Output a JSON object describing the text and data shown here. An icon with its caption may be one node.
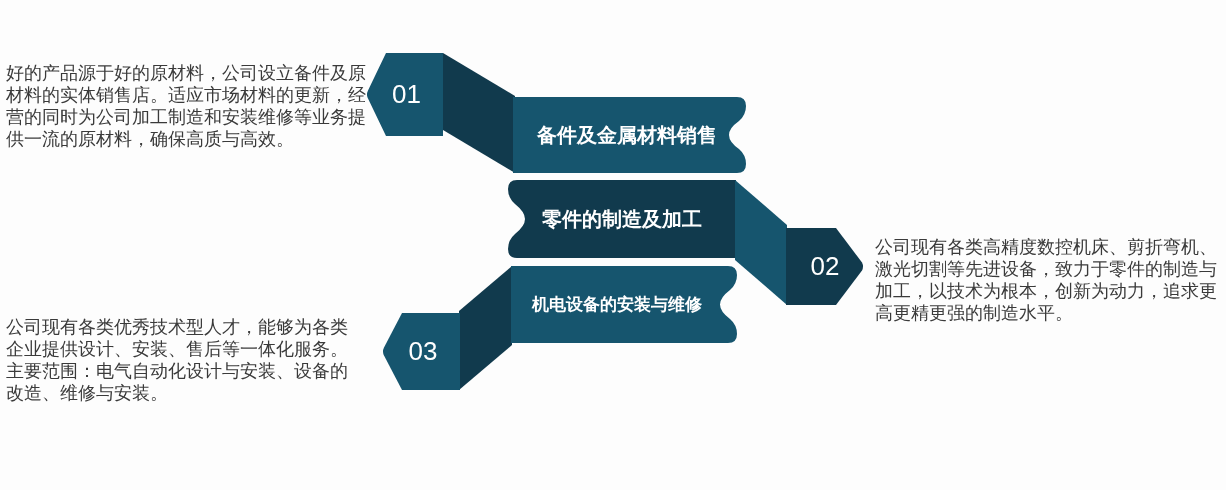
{
  "diagram": {
    "nodes": [
      {
        "text": [
          "01"
        ],
        "beside": [
          "好的产品源于好的原材料，公司设立备件及原材料的实体销售店。适应市场材料的更新，经营的同时为公司加工制造和安装维修等业务提供一流的原材料，确保高质与高效。"
        ]
      },
      {
        "text": [],
        "shape": "parallelogram"
      },
      {
        "text": [
          "备件及金属材料销售"
        ]
      },
      {
        "text": [
          "零件的制造及加工"
        ]
      },
      {
        "text": [],
        "shape": "parallelogram"
      },
      {
        "text": [
          "02"
        ],
        "beside": [
          "公司现有各类高精度数控机床、剪折弯机、激光切割等先进设备，致力于零件的制造与加工，以技术为根本，创新为动力，追求更高更精更强的制造水平。"
        ]
      },
      {
        "text": [],
        "shape": "parallelogram"
      },
      {
        "text": [
          "机电设备的安装与维修"
        ]
      },
      {
        "text": [
          "03"
        ],
        "beside": [
          "公司现有各类优秀技术型人才，能够为各类企业提供设计、安装、售后等一体化服务。主要范围：电气自动化设计与安装、设备的改造、维修与安装。"
        ]
      }
    ]
  }
}
